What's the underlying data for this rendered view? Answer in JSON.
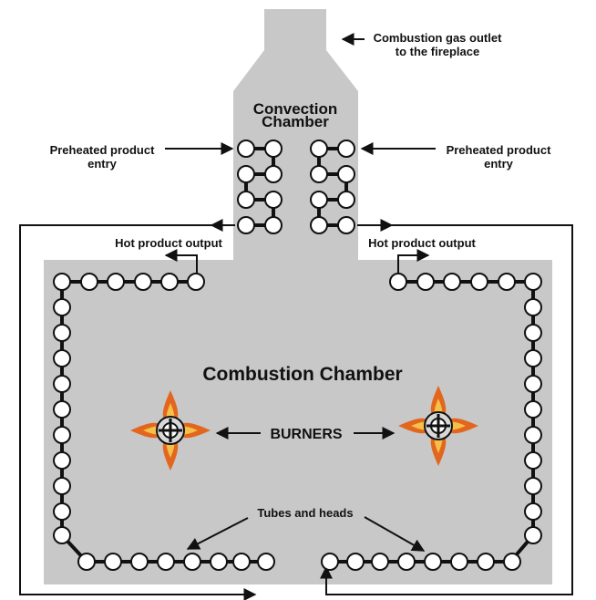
{
  "labels": {
    "outlet_line1": "Combustion gas outlet",
    "outlet_line2": "to the fireplace",
    "convection_line1": "Convection",
    "convection_line2": "Chamber",
    "preheated_left_line1": "Preheated product",
    "preheated_left_line2": "entry",
    "preheated_right_line1": "Preheated product",
    "preheated_right_line2": "entry",
    "hot_output_left": "Hot product output",
    "hot_output_right": "Hot product output",
    "combustion_chamber": "Combustion Chamber",
    "burners": "BURNERS",
    "tubes_and_heads": "Tubes and heads"
  },
  "colors": {
    "chamber_fill": "#c8c8c8",
    "tube_stroke": "#111111",
    "tube_fill": "#ffffff",
    "flame_outer": "#e2661d",
    "flame_inner": "#f4c04a"
  }
}
